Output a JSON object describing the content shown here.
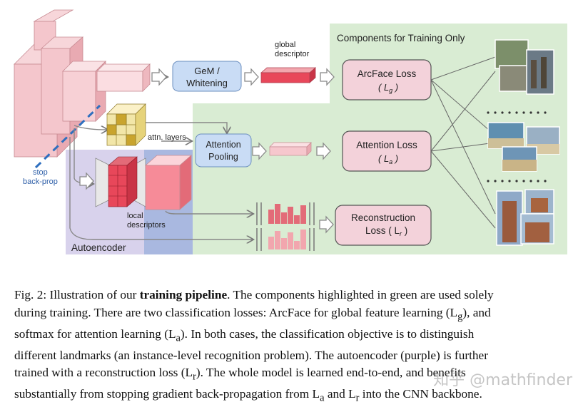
{
  "diagram": {
    "green_title": "Components for Training Only",
    "gem_box": [
      "GeM /",
      "Whitening"
    ],
    "global_descriptor": [
      "global",
      "descriptor"
    ],
    "attn_layers": "attn. layers",
    "attention_pooling": [
      "Attention",
      "Pooling"
    ],
    "stop_backprop": [
      "stop",
      "back-prop"
    ],
    "local_descriptors": [
      "local",
      "descriptors"
    ],
    "autoencoder": "Autoencoder",
    "arcface_loss": "ArcFace Loss",
    "arcface_symbol": "( L",
    "arcface_sub": "g",
    "attention_loss": "Attention Loss",
    "attention_symbol": "( L",
    "attention_sub": "a",
    "recon_loss": [
      "Reconstruction",
      "Loss ( L"
    ],
    "recon_sub": "r",
    "close_paren": " )",
    "colors": {
      "green": "#d9ecd3",
      "purple": "#d8d2ec",
      "blue_overlap": "#a9b8e0",
      "pink": "#f4c6cc",
      "pink_dark": "#e8a0a8",
      "red": "#e8475a",
      "yellow": "#f2e6a8",
      "blue_box": "#c9dcf5",
      "loss_box": "#f3d2da"
    }
  },
  "caption": {
    "line1_a": "Fig. 2: Illustration of our ",
    "line1_b": "training pipeline",
    "line1_c": ". The components highlighted in green are used solely",
    "line2": "during training. There are two classification losses: ArcFace for global feature learning (L",
    "line2_sub": "g",
    "line2_end": "), and",
    "line3": "softmax for attention learning (L",
    "line3_sub": "a",
    "line3_end": "). In both cases, the classification objective is to distinguish",
    "line4": "different landmarks (an instance-level recognition problem). The autoencoder (purple) is further",
    "line5": "trained with a reconstruction loss (L",
    "line5_sub": "r",
    "line5_end": "). The whole model is learned end-to-end, and benefits",
    "line6": "substantially from stopping gradient back-propagation from L",
    "line6_sub": "a",
    "line6_mid": " and L",
    "line6_sub2": "r",
    "line6_end": " into the CNN backbone."
  },
  "watermark": "知乎 @mathfinder"
}
